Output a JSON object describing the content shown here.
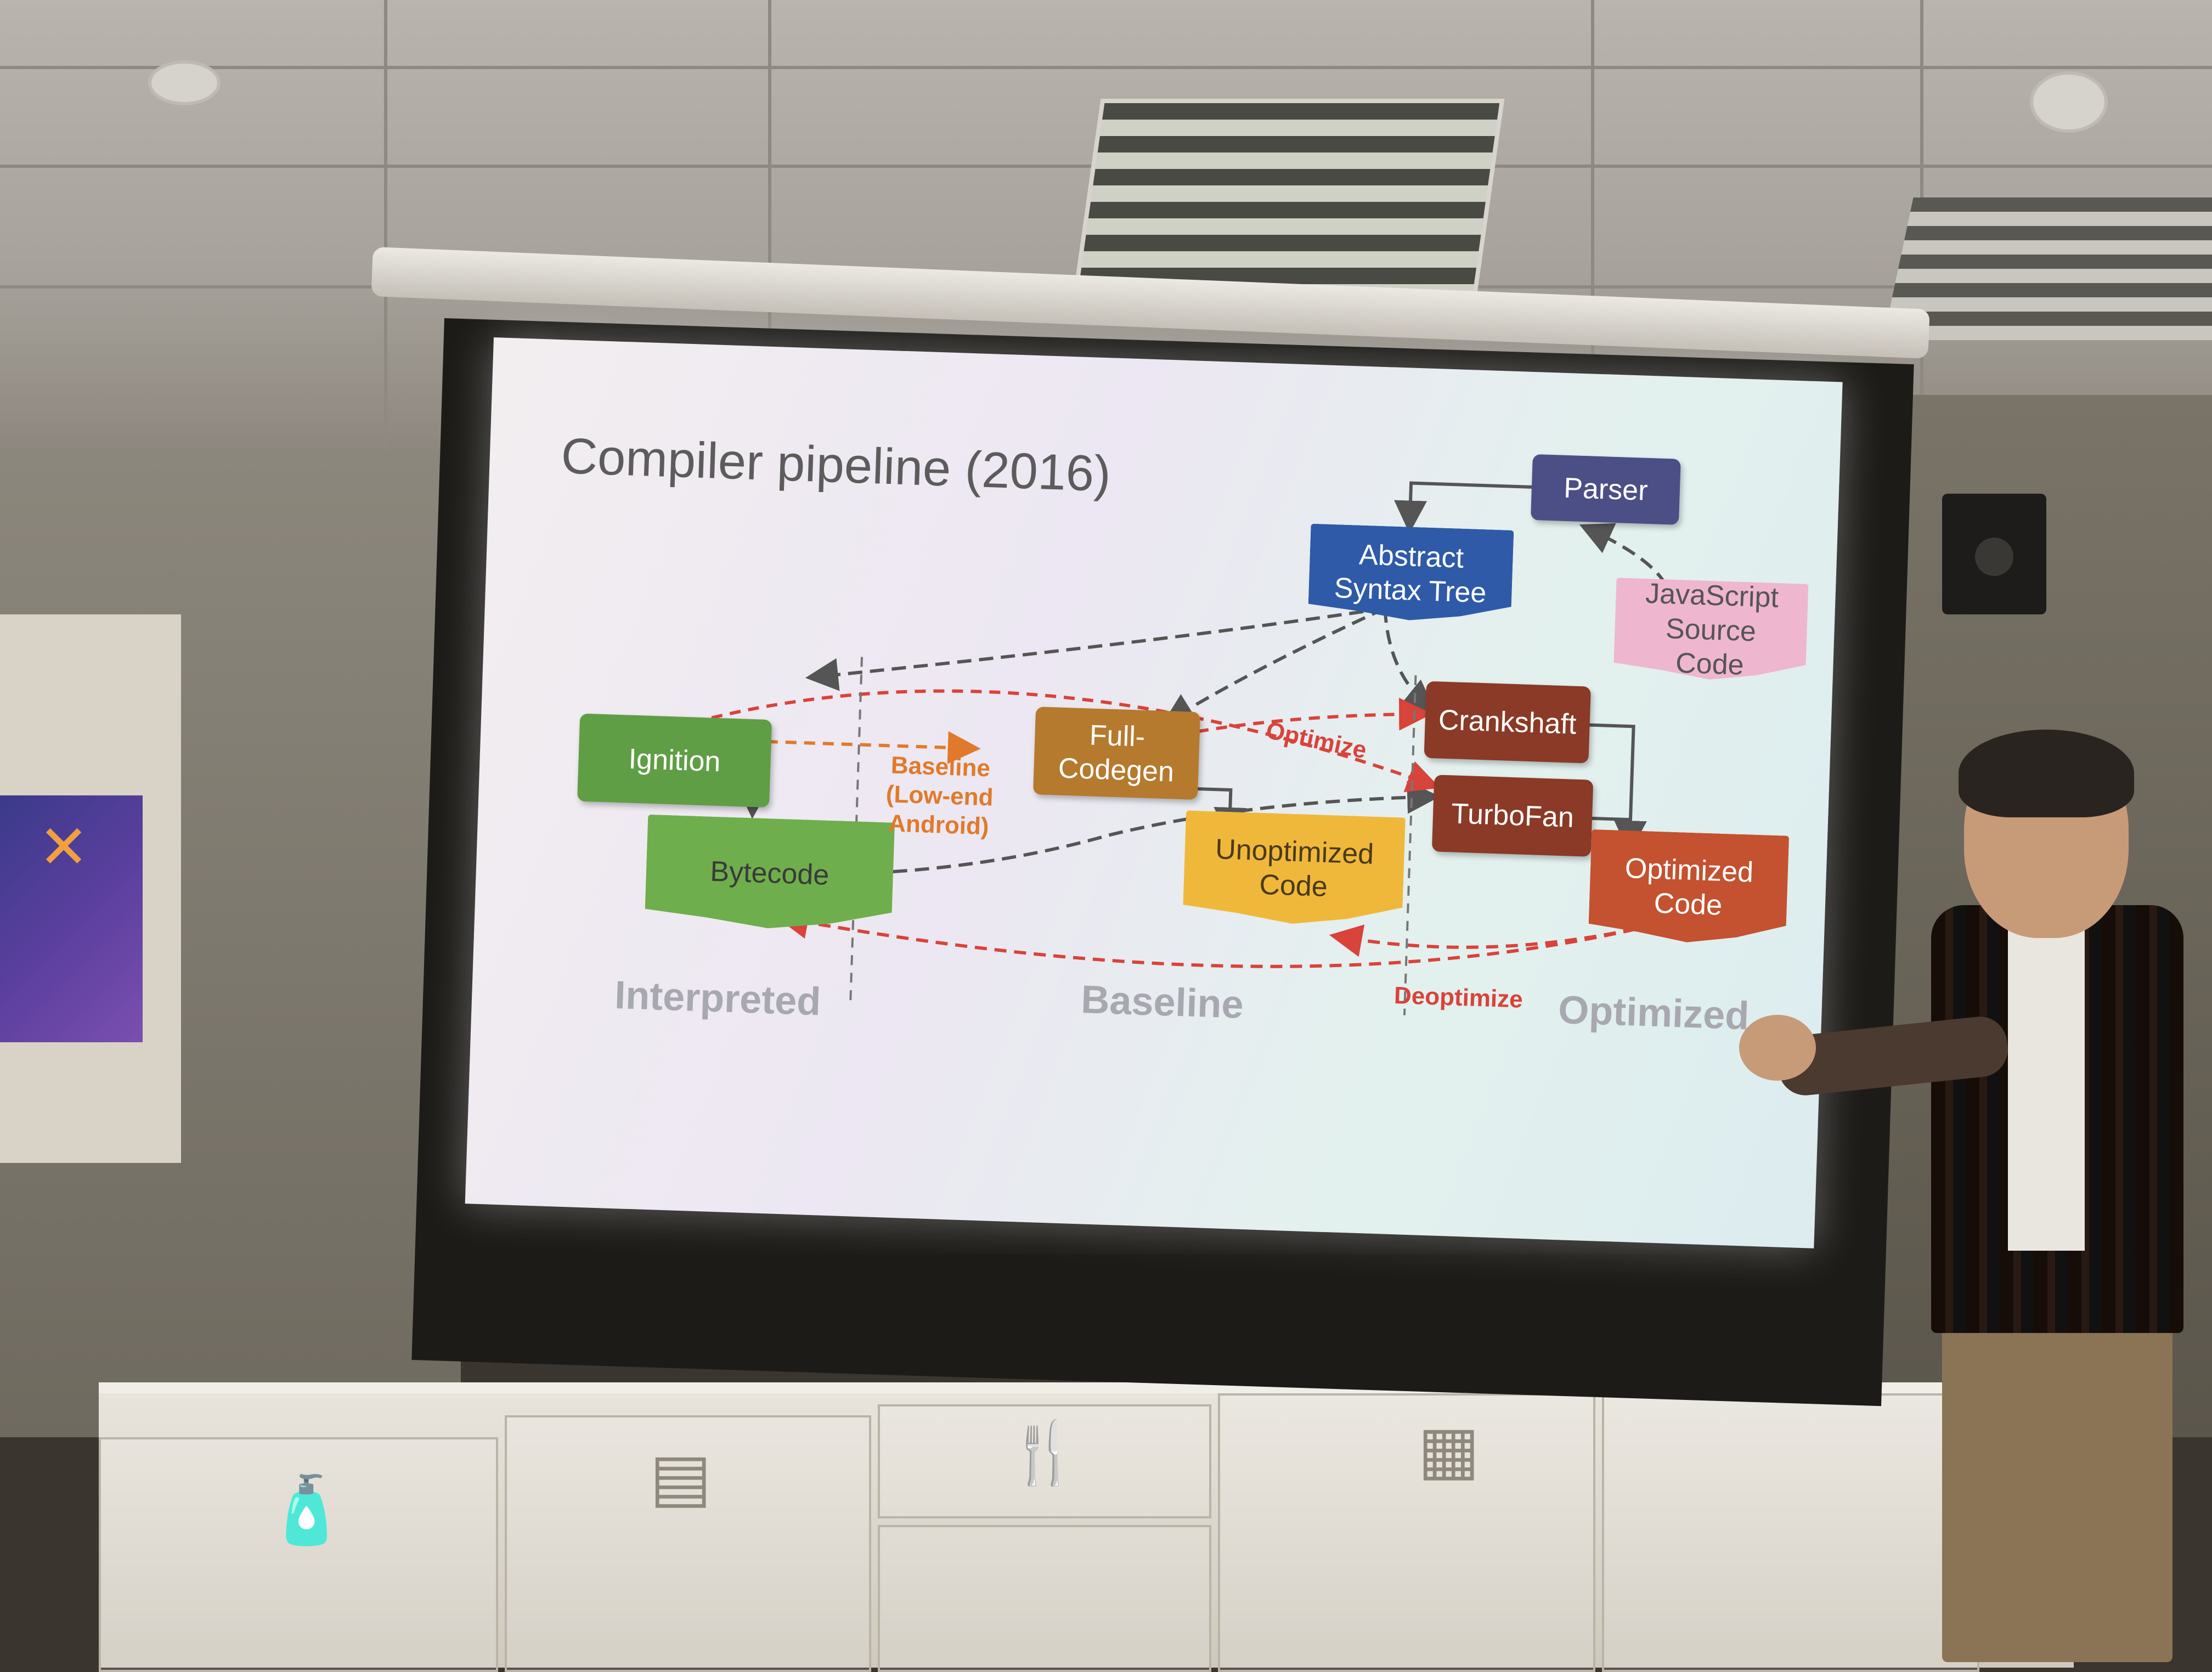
{
  "slide": {
    "title": "Compiler pipeline (2016)",
    "nodes": {
      "parser": "Parser",
      "ast": "Abstract Syntax Tree",
      "js_source": "JavaScript Source Code",
      "ignition": "Ignition",
      "bytecode": "Bytecode",
      "full_codegen": "Full-Codegen",
      "unoptimized": "Unoptimized Code",
      "crankshaft": "Crankshaft",
      "turbofan": "TurboFan",
      "optimized": "Optimized Code"
    },
    "edge_labels": {
      "baseline_low_end": "Baseline (Low-end Android)",
      "optimize": "Optimize",
      "deoptimize": "Deoptimize"
    },
    "bands": {
      "interpreted": "Interpreted",
      "baseline": "Baseline",
      "optimized": "Optimized"
    },
    "colors": {
      "parser": "#4c4f86",
      "ast": "#2e5aa8",
      "js_source": "#efb6cf",
      "ignition": "#5f9e45",
      "bytecode": "#6fae4c",
      "full_codegen": "#b57a2e",
      "unoptimized": "#f0b83a",
      "crankshaft": "#8a3a26",
      "turbofan": "#8a3a26",
      "optimized": "#c4512f",
      "orange_label": "#e07a2a",
      "red_label": "#d8433a"
    }
  }
}
